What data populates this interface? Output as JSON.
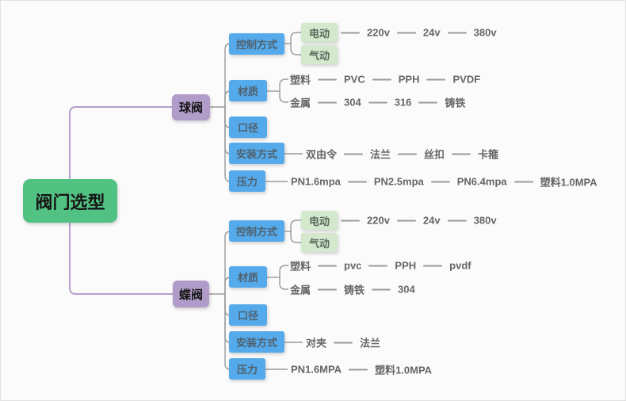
{
  "theme": {
    "canvas-bg": "#fbfbfb",
    "root-bg": "#52c283",
    "branch-bg": "#b19cc9",
    "topic-bg": "#55aaeb",
    "leaf-bg": "#d3e8cd",
    "line": "#9a9a9a",
    "branch-line": "#b5a0cc",
    "topic-text": "#4f616e",
    "leaf-text": "#5c6b5e",
    "chain-text": "#666666",
    "node-text": "#151515"
  },
  "root": {
    "label": "阀门选型"
  },
  "ball_valve": {
    "label": "球阀",
    "control": {
      "label": "控制方式",
      "electric": {
        "label": "电动"
      },
      "pneumatic": {
        "label": "气动"
      },
      "voltages": [
        "220v",
        "24v",
        "380v"
      ]
    },
    "material": {
      "label": "材质",
      "plastic": {
        "label": "塑料",
        "chain": [
          "PVC",
          "PPH",
          "PVDF"
        ]
      },
      "metal": {
        "label": "金属",
        "chain": [
          "304",
          "316",
          "铸铁"
        ]
      }
    },
    "diameter": {
      "label": "口径"
    },
    "installation": {
      "label": "安装方式",
      "chain": [
        "双由令",
        "法兰",
        "丝扣",
        "卡箍"
      ]
    },
    "pressure": {
      "label": "压力",
      "chain": [
        "PN1.6mpa",
        "PN2.5mpa",
        "PN6.4mpa",
        "塑料1.0MPA"
      ]
    }
  },
  "butterfly_valve": {
    "label": "蝶阀",
    "control": {
      "label": "控制方式",
      "electric": {
        "label": "电动"
      },
      "pneumatic": {
        "label": "气动"
      },
      "voltages": [
        "220v",
        "24v",
        "380v"
      ]
    },
    "material": {
      "label": "材质",
      "plastic": {
        "label": "塑料",
        "chain": [
          "pvc",
          "PPH",
          "pvdf"
        ]
      },
      "metal": {
        "label": "金属",
        "chain": [
          "铸铁",
          "304"
        ]
      }
    },
    "diameter": {
      "label": "口径"
    },
    "installation": {
      "label": "安装方式",
      "chain": [
        "对夹",
        "法兰"
      ]
    },
    "pressure": {
      "label": "压力",
      "chain": [
        "PN1.6MPA",
        "塑料1.0MPA"
      ]
    }
  }
}
